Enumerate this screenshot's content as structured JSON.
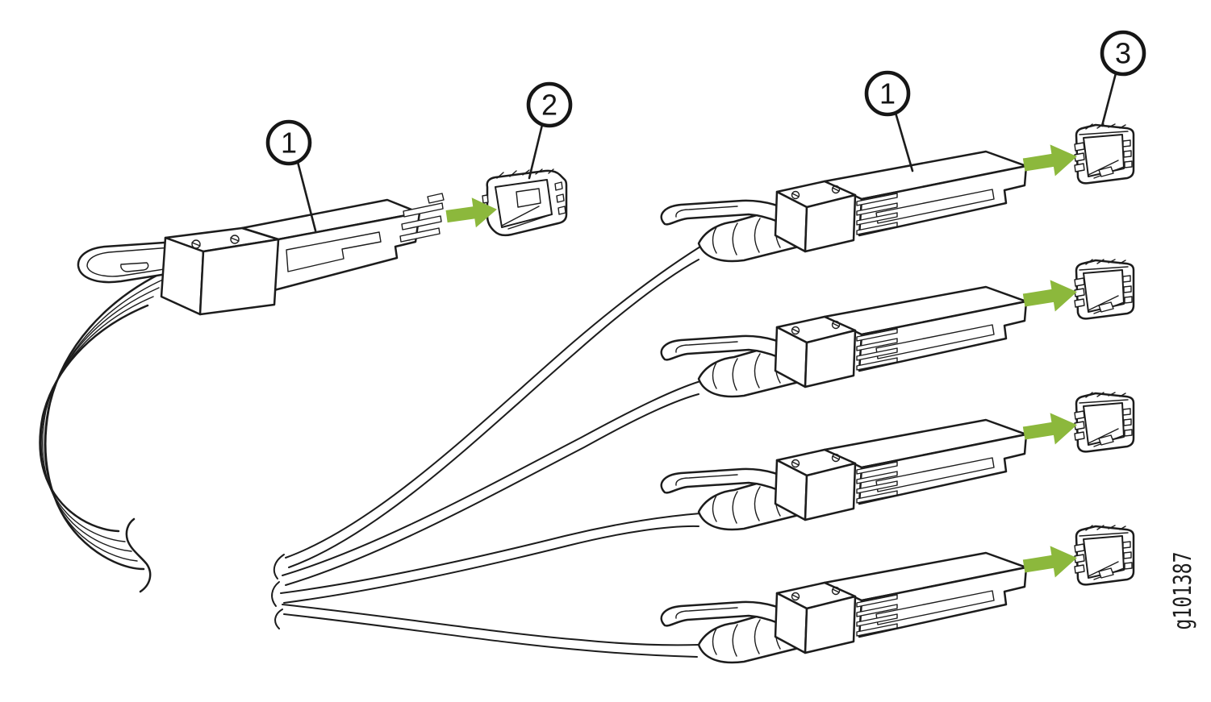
{
  "figure_id": "g101387",
  "callouts": {
    "qsfp_transceiver": "1",
    "qsfp_port": "2",
    "sfp_transceiver": "1",
    "sfp_port": "3"
  },
  "colors": {
    "arrow_green": "#8CB83C",
    "line": "#1C1C1C",
    "background": "#FFFFFF"
  }
}
